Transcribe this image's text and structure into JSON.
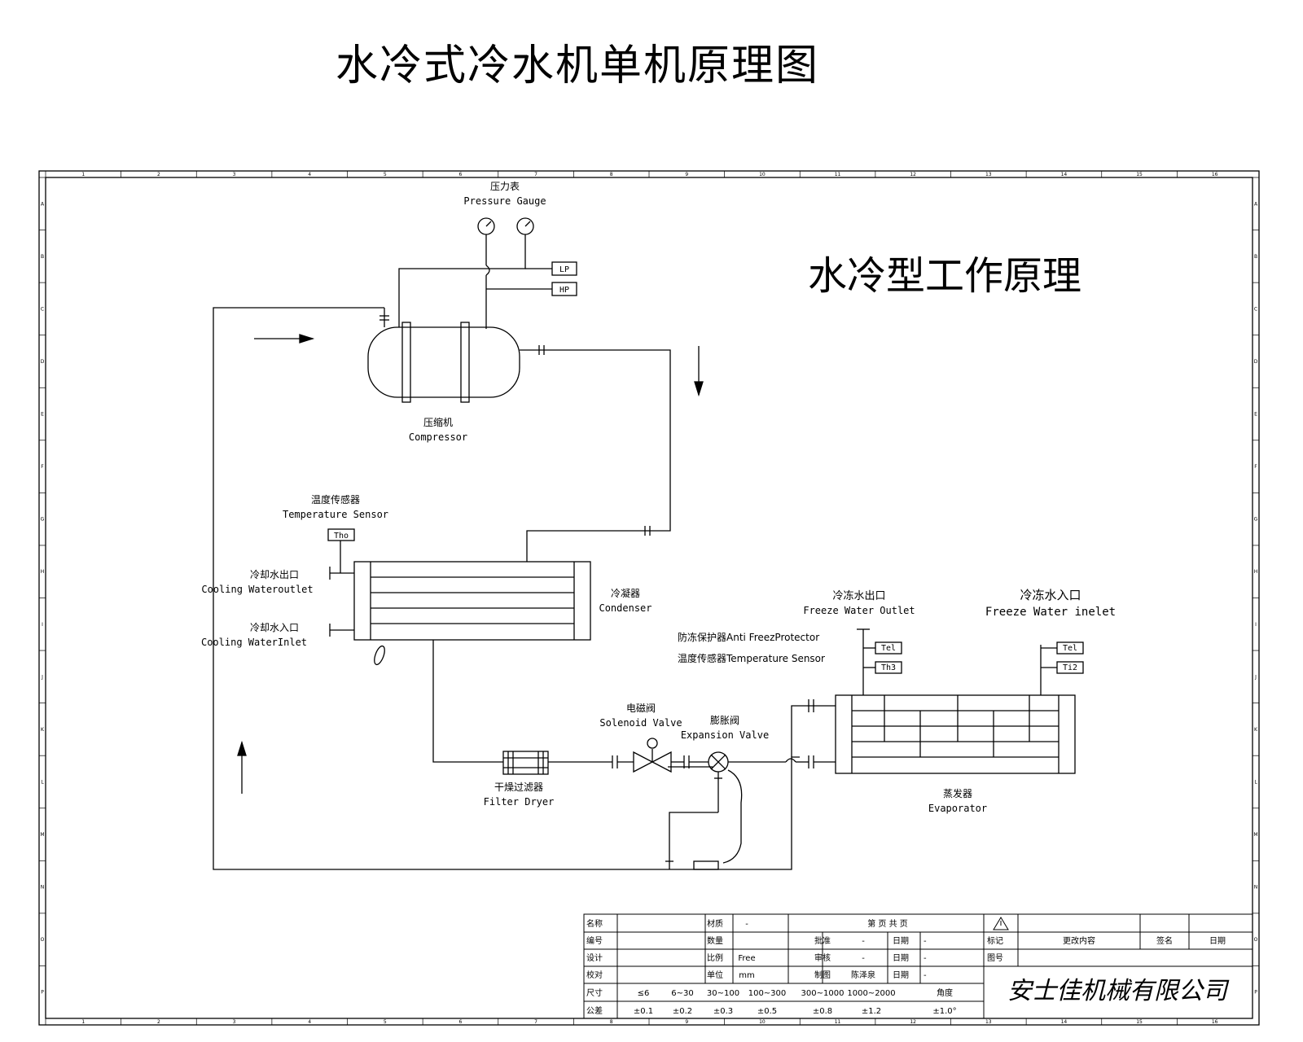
{
  "page": {
    "title": "水冷式冷水机单机原理图",
    "subtitle": "水冷型工作原理"
  },
  "frame": {
    "col_marks": [
      "1",
      "2",
      "3",
      "4",
      "5",
      "6",
      "7",
      "8",
      "9",
      "10",
      "11",
      "12",
      "13",
      "14",
      "15",
      "16"
    ],
    "row_marks": [
      "A",
      "B",
      "C",
      "D",
      "E",
      "F",
      "G",
      "H",
      "I",
      "J",
      "K",
      "L",
      "M",
      "N",
      "O",
      "P"
    ]
  },
  "components": {
    "pressure_gauge": {
      "cn": "压力表",
      "en": "Pressure Gauge"
    },
    "lp": "LP",
    "hp": "HP",
    "compressor": {
      "cn": "压缩机",
      "en": "Compressor"
    },
    "temperature_sensor": {
      "cn": "温度传感器",
      "en": "Temperature Sensor",
      "tag": "Tho"
    },
    "cooling_water_outlet": {
      "cn": "冷却水出口",
      "en": "Cooling Wateroutlet"
    },
    "cooling_water_inlet": {
      "cn": "冷却水入口",
      "en": "Cooling WaterInlet"
    },
    "condenser": {
      "cn": "冷凝器",
      "en": "Condenser"
    },
    "filter_dryer": {
      "cn": "干燥过滤器",
      "en": "Filter Dryer"
    },
    "solenoid_valve": {
      "cn": "电磁阀",
      "en": "Solenoid Valve"
    },
    "expansion_valve": {
      "cn": "膨胀阀",
      "en": "Expansion Valve"
    },
    "anti_freeze": "防冻保护器Anti FreezProtector",
    "temp_sensor_2": "温度传感器Temperature Sensor",
    "freeze_water_outlet": {
      "cn": "冷冻水出口",
      "en": "Freeze Water Outlet",
      "tag1": "Tel",
      "tag2": "Th3"
    },
    "freeze_water_inlet": {
      "cn": "冷冻水入口",
      "en": "Freeze Water inelet",
      "tag1": "Tel",
      "tag2": "Ti2"
    },
    "evaporator": {
      "cn": "蒸发器",
      "en": "Evaporator"
    }
  },
  "title_block": {
    "rows": [
      [
        "名称",
        "",
        "材质",
        "-",
        "第 页 共 页",
        "",
        "",
        ""
      ],
      [
        "编号",
        "",
        "数量",
        "",
        "批准",
        "-",
        "日期",
        "-"
      ],
      [
        "设计",
        "",
        "比例",
        "Free",
        "审核",
        "-",
        "日期",
        "-"
      ],
      [
        "校对",
        "",
        "单位",
        "mm",
        "制图",
        "陈泽泉",
        "日期",
        "-"
      ]
    ],
    "right_header": [
      "标记",
      "更改内容",
      "签名",
      "日期"
    ],
    "drawing_no_label": "图号",
    "company": "安士佳机械有限公司",
    "tolerance_row_label_1": "尺寸",
    "tolerance_row_label_2": "公差",
    "tolerance_sizes": [
      "≤6",
      "6~30",
      "30~100",
      "100~300",
      "300~1000",
      "1000~2000",
      "角度"
    ],
    "tolerance_values": [
      "±0.1",
      "±0.2",
      "±0.3",
      "±0.5",
      "±0.8",
      "±1.2",
      "±1.0°"
    ]
  }
}
